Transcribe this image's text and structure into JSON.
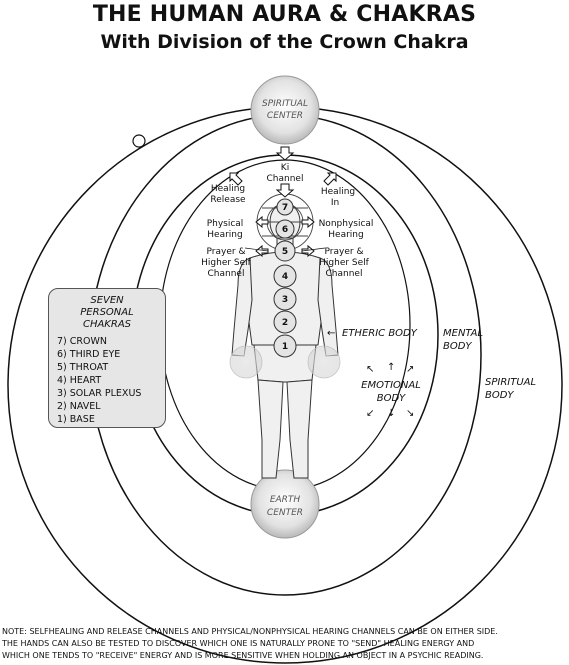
{
  "title": "THE HUMAN AURA & CHAKRAS",
  "subtitle": "With Division of the Crown Chakra",
  "centers": {
    "spiritual": [
      "SPIRITUAL",
      "CENTER"
    ],
    "earth": [
      "EARTH",
      "CENTER"
    ]
  },
  "channels": {
    "ki": [
      "Ki",
      "Channel"
    ],
    "healing_release": [
      "Healing",
      "Release"
    ],
    "healing_in": [
      "Healing",
      "In"
    ],
    "physical_hearing": [
      "Physical",
      "Hearing"
    ],
    "nonphysical_hearing": [
      "Nonphysical",
      "Hearing"
    ],
    "prayer_left": [
      "Prayer &",
      "Higher Self",
      "Channel"
    ],
    "prayer_right": [
      "Prayer &",
      "Higher Self",
      "Channel"
    ]
  },
  "bodies": {
    "etheric": "ETHERIC BODY",
    "emotional": [
      "EMOTIONAL",
      "BODY"
    ],
    "mental": [
      "MENTAL",
      "BODY"
    ],
    "spiritual": [
      "SPIRITUAL",
      "BODY"
    ]
  },
  "chakra_numbers": [
    "7",
    "6",
    "5",
    "4",
    "3",
    "2",
    "1"
  ],
  "legend": {
    "title": [
      "SEVEN",
      "PERSONAL CHAKRAS"
    ],
    "items": [
      "7) CROWN",
      "6) THIRD EYE",
      "5) THROAT",
      "4) HEART",
      "3) SOLAR PLEXUS",
      "2) NAVEL",
      "1) BASE"
    ]
  },
  "note": [
    "NOTE: SELFHEALING AND RELEASE CHANNELS AND PHYSICAL/NONPHYSICAL HEARING  CHANNELS CAN BE ON EITHER SIDE.",
    "THE HANDS CAN ALSO BE TESTED TO DISCOVER WHICH ONE IS NATURALLY PRONE TO \"SEND\" HEALING ENERGY AND",
    "WHICH ONE TENDS TO \"RECEIVE\" ENERGY AND IS MORE SENSITIVE WHEN HOLDING AN OBJECT IN A PSYCHIC READING."
  ]
}
